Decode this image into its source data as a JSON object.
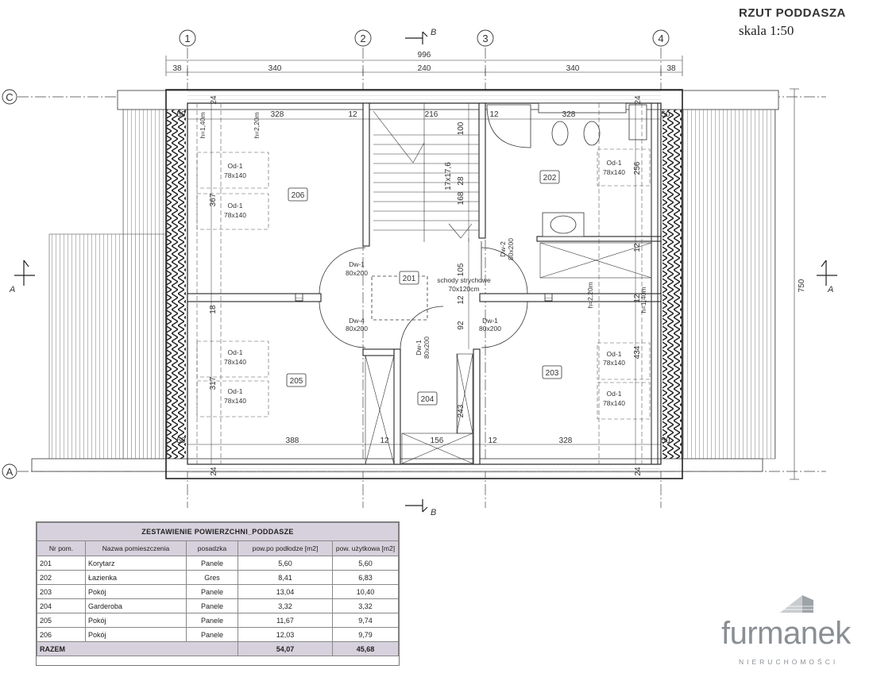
{
  "header": {
    "title": "RZUT PODDASZA",
    "scale": "skala 1:50"
  },
  "axes": {
    "columns": [
      "1",
      "2",
      "3",
      "4"
    ],
    "rows": [
      "C",
      "A"
    ],
    "section_a": "A",
    "section_b": "B"
  },
  "dimensions": {
    "overall_width": "996",
    "top_chain": [
      "38",
      "340",
      "240",
      "340",
      "38"
    ],
    "overall_height": "750",
    "wall_50": "50",
    "wall_24": "24",
    "wall_12": "12",
    "room206_w": "328",
    "room202_w": "328",
    "stair_w": "216",
    "stair_100": "100",
    "stair_steps": "17x17,6",
    "stair_28": "28",
    "stair_168": "168",
    "room206_h": "367",
    "room202_256": "256",
    "room205_h": "317",
    "room203_h": "434",
    "room205_w": "388",
    "room204_w": "156",
    "room203_w": "328",
    "corridor_105": "105",
    "corridor_92": "92",
    "room204_243": "243",
    "wall_18": "18",
    "h140": "h=1,40m",
    "h220": "h=2,20m"
  },
  "rooms": {
    "r201": "201",
    "r202": "202",
    "r203": "203",
    "r204": "204",
    "r205": "205",
    "r206": "206"
  },
  "windows": {
    "od_label": "Od-1",
    "od_size": "78x140"
  },
  "doors": {
    "dw1_label": "Dw-1",
    "dw1_size": "80x200",
    "dw2_label": "Dw-2",
    "dw2_size": "80x200",
    "dw4_label": "Dw-4",
    "dw4_size": "80x200",
    "stairs_attic_label": "schody strychowe",
    "stairs_attic_size": "70x120cm"
  },
  "table": {
    "title": "ZESTAWIENIE POWIERZCHNI_PODDASZE",
    "headers": [
      "Nr pom.",
      "Nazwa pomieszczenia",
      "posadzka",
      "pow.po podłodze [m2]",
      "pow. użytkowa [m2]"
    ],
    "rows": [
      [
        "201",
        "Korytarz",
        "Panele",
        "5,60",
        "5,60"
      ],
      [
        "202",
        "Łazienka",
        "Gres",
        "8,41",
        "6,83"
      ],
      [
        "203",
        "Pokój",
        "Panele",
        "13,04",
        "10,40"
      ],
      [
        "204",
        "Garderoba",
        "Panele",
        "3,32",
        "3,32"
      ],
      [
        "205",
        "Pokój",
        "Panele",
        "11,67",
        "9,74"
      ],
      [
        "206",
        "Pokój",
        "Panele",
        "12,03",
        "9,79"
      ]
    ],
    "total": [
      "RAZEM",
      "54,07",
      "45,68"
    ]
  },
  "brand": {
    "name": "furmanek",
    "tagline": "NIERUCHOMOŚCI"
  },
  "colors": {
    "ink": "#333333",
    "header_bg": "#d6d1dc",
    "brand_grey": "#8a8f94"
  }
}
